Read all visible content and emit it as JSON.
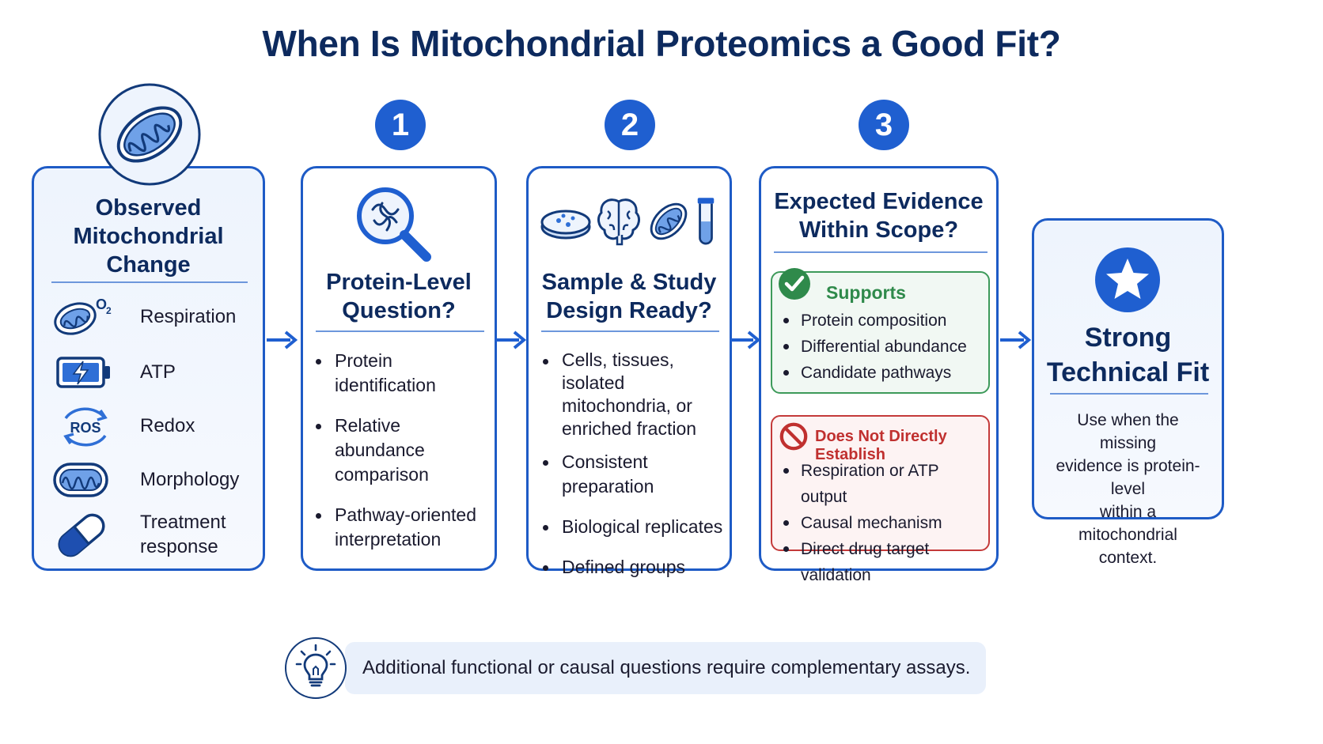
{
  "title": "When Is Mitochondrial Proteomics a Good Fit?",
  "observed": {
    "title_lines": [
      "Observed",
      "Mitochondrial",
      "Change"
    ],
    "items": [
      {
        "label": "Respiration",
        "icon": "mitochondrion-o2-icon"
      },
      {
        "label": "ATP",
        "icon": "battery-icon"
      },
      {
        "label": "Redox",
        "icon": "ros-cycle-icon"
      },
      {
        "label": "Morphology",
        "icon": "mitochondrion-icon"
      },
      {
        "label_lines": [
          "Treatment",
          "response"
        ],
        "icon": "pill-capsule-icon"
      }
    ],
    "o2_label": "O",
    "o2_sub": "2",
    "ros_label": "ROS"
  },
  "steps": [
    {
      "number": "1",
      "title_lines": [
        "Protein-Level",
        "Question?"
      ],
      "bullets": [
        [
          "Protein identification"
        ],
        [
          "Relative abundance",
          "comparison"
        ],
        [
          "Pathway-oriented",
          "interpretation"
        ]
      ]
    },
    {
      "number": "2",
      "title_lines": [
        "Sample & Study",
        "Design Ready?"
      ],
      "bullets": [
        [
          "Cells, tissues, isolated",
          "mitochondria, or",
          "enriched fraction"
        ],
        [
          "Consistent preparation"
        ],
        [
          "Biological replicates"
        ],
        [
          "Defined groups"
        ]
      ]
    },
    {
      "number": "3",
      "title_lines": [
        "Expected Evidence",
        "Within Scope?"
      ],
      "supports": {
        "title": "Supports",
        "bullets": [
          "Protein composition",
          "Differential abundance",
          "Candidate pathways"
        ]
      },
      "not_establish": {
        "title": "Does Not Directly Establish",
        "bullets": [
          "Respiration or ATP output",
          "Causal mechanism",
          "Direct drug target validation"
        ]
      }
    }
  ],
  "fit": {
    "title_lines": [
      "Strong",
      "Technical Fit"
    ],
    "desc_lines": [
      "Use when the missing",
      "evidence is protein-level",
      "within a mitochondrial",
      "context."
    ]
  },
  "note": "Additional functional or causal questions require complementary assays.",
  "colors": {
    "primary": "#1e5bc6",
    "heading": "#0d2a5e",
    "green": "#2f8a4b",
    "red": "#c0302f"
  }
}
